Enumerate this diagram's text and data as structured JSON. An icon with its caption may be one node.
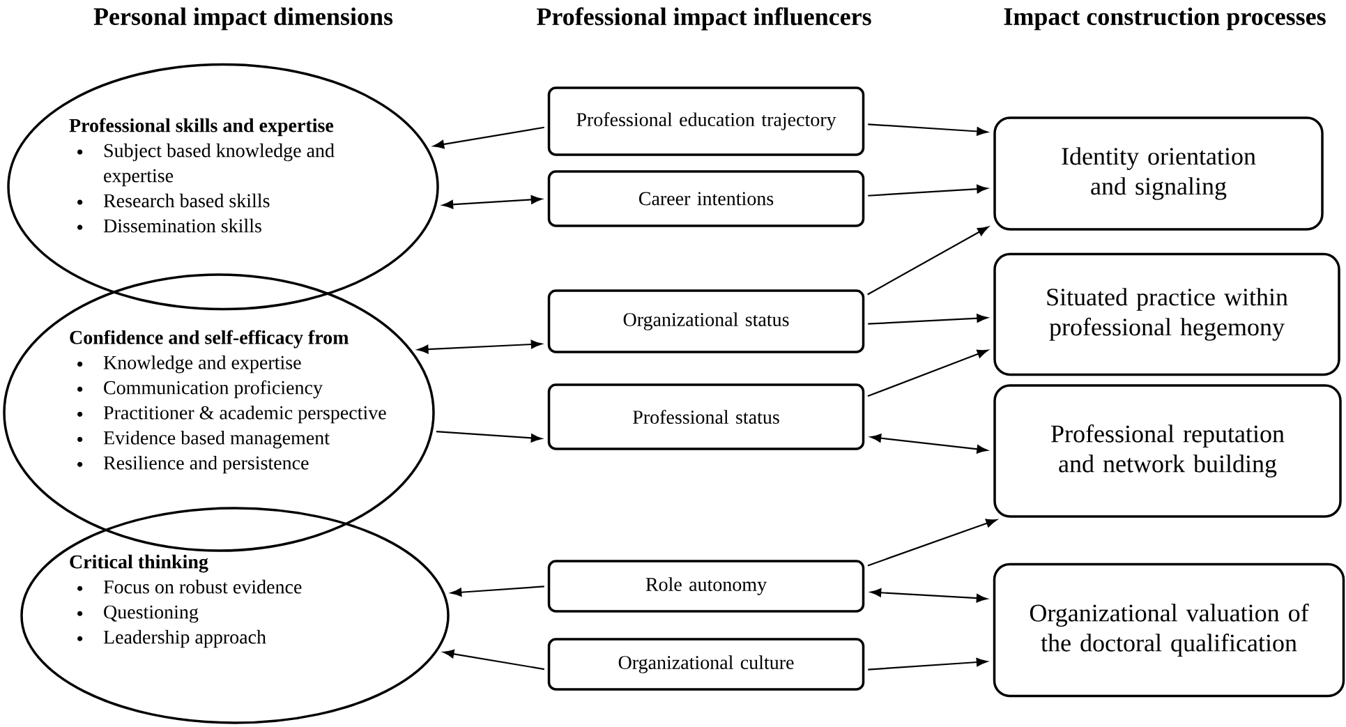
{
  "diagram": {
    "nodes": [
      {
        "text": [
          "Professional skills and expertise",
          "Subject based knowledge and expertise",
          "Research based skills",
          "Dissemination skills"
        ]
      },
      {
        "text": [
          "Confidence and self-efficacy from",
          "Knowledge and expertise",
          "Communication proficiency",
          "Practitioner & academic perspective",
          "Evidence based management",
          "Resilience and persistence"
        ]
      },
      {
        "text": [
          "Critical thinking",
          "Focus on robust evidence",
          "Questioning",
          "Leadership approach"
        ]
      },
      {
        "text": [
          "Professional education trajectory"
        ]
      },
      {
        "text": [
          "Career intentions"
        ]
      },
      {
        "text": [
          "Organizational status"
        ]
      },
      {
        "text": [
          "Professional status"
        ]
      },
      {
        "text": [
          "Role autonomy"
        ]
      },
      {
        "text": [
          "Organizational culture"
        ]
      },
      {
        "text": [
          "Identity orientation and signaling"
        ]
      },
      {
        "text": [
          "Situated practice within professional hegemony"
        ]
      },
      {
        "text": [
          "Professional reputation and network building"
        ]
      },
      {
        "text": [
          "Organizational valuation of the doctoral qualification"
        ]
      }
    ],
    "edges": [
      {
        "from": 3,
        "to": 0,
        "arrow": "to"
      },
      {
        "from": 0,
        "to": 4,
        "arrow": "both"
      },
      {
        "from": 1,
        "to": 5,
        "arrow": "both"
      },
      {
        "from": 1,
        "to": 6,
        "arrow": "to"
      },
      {
        "from": 7,
        "to": 2,
        "arrow": "to"
      },
      {
        "from": 8,
        "to": 2,
        "arrow": "to"
      },
      {
        "from": 3,
        "to": 9,
        "arrow": "to"
      },
      {
        "from": 4,
        "to": 9,
        "arrow": "to"
      },
      {
        "from": 5,
        "to": 9,
        "arrow": "to"
      },
      {
        "from": 5,
        "to": 10,
        "arrow": "to"
      },
      {
        "from": 6,
        "to": 10,
        "arrow": "to"
      },
      {
        "from": 6,
        "to": 11,
        "arrow": "both"
      },
      {
        "from": 7,
        "to": 11,
        "arrow": "to"
      },
      {
        "from": 7,
        "to": 12,
        "arrow": "both"
      },
      {
        "from": 8,
        "to": 12,
        "arrow": "to"
      }
    ],
    "labels": [
      "Personal impact dimensions",
      "Professional impact influencers",
      "Impact construction processes"
    ]
  }
}
